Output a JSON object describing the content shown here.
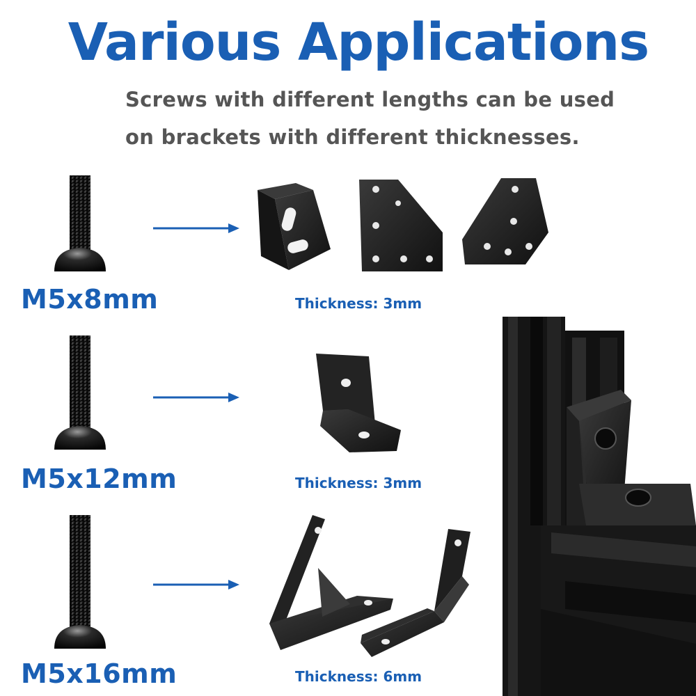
{
  "title": "Various Applications",
  "subtitle": {
    "line1": "Screws with different lengths can be used",
    "line2": "on brackets with different thicknesses."
  },
  "rows": [
    {
      "screw": "M5x8mm",
      "thickness": "Thickness: 3mm"
    },
    {
      "screw": "M5x12mm",
      "thickness": "Thickness: 3mm"
    },
    {
      "screw": "M5x16mm",
      "thickness": "Thickness: 6mm"
    }
  ],
  "colors": {
    "accent": "#1a5fb4",
    "text": "#555555",
    "metal": "#1c1c1c"
  }
}
